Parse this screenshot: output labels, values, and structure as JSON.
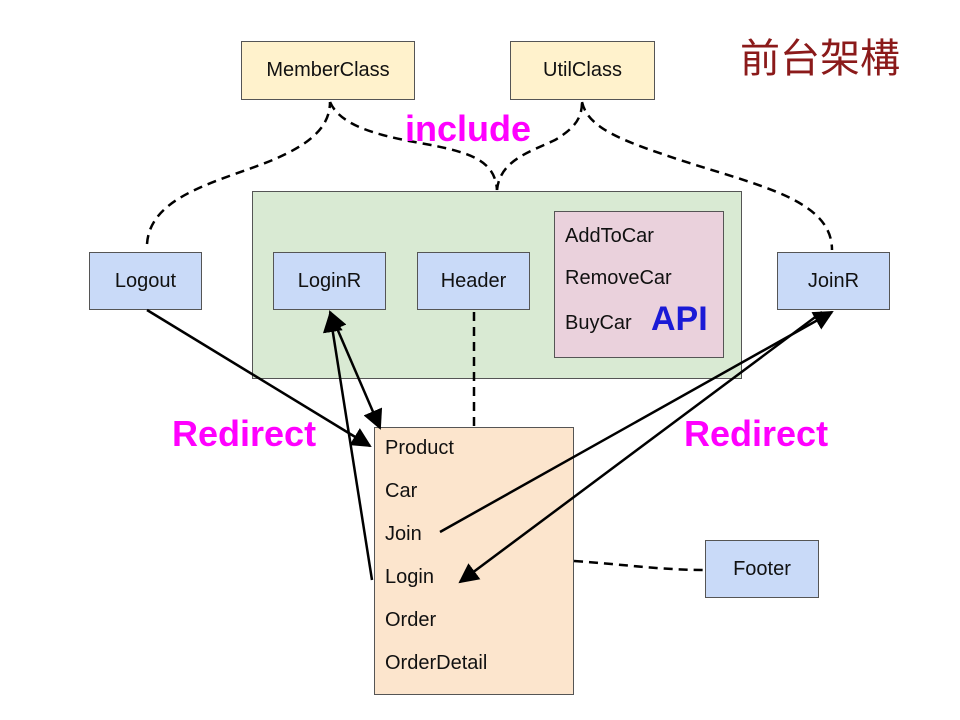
{
  "title": "前台架構",
  "include_label": "include",
  "redirect_left": "Redirect",
  "redirect_right": "Redirect",
  "api_label": "API",
  "boxes": {
    "member_class": "MemberClass",
    "util_class": "UtilClass",
    "logout": "Logout",
    "login_r": "LoginR",
    "header": "Header",
    "join_r": "JoinR",
    "footer": "Footer"
  },
  "api_items": [
    "AddToCar",
    "RemoveCar",
    "BuyCar"
  ],
  "page_items": [
    "Product",
    "Car",
    "Join",
    "Login",
    "Order",
    "OrderDetail"
  ],
  "colors": {
    "title": "#8b1a1a",
    "magenta": "#ff00ff",
    "api": "#1a1ad6",
    "yellow": "#fff2cc",
    "blue": "#c9daf8",
    "green": "#d9ead3",
    "pink": "#ead1dc",
    "orange": "#fce5cd"
  }
}
